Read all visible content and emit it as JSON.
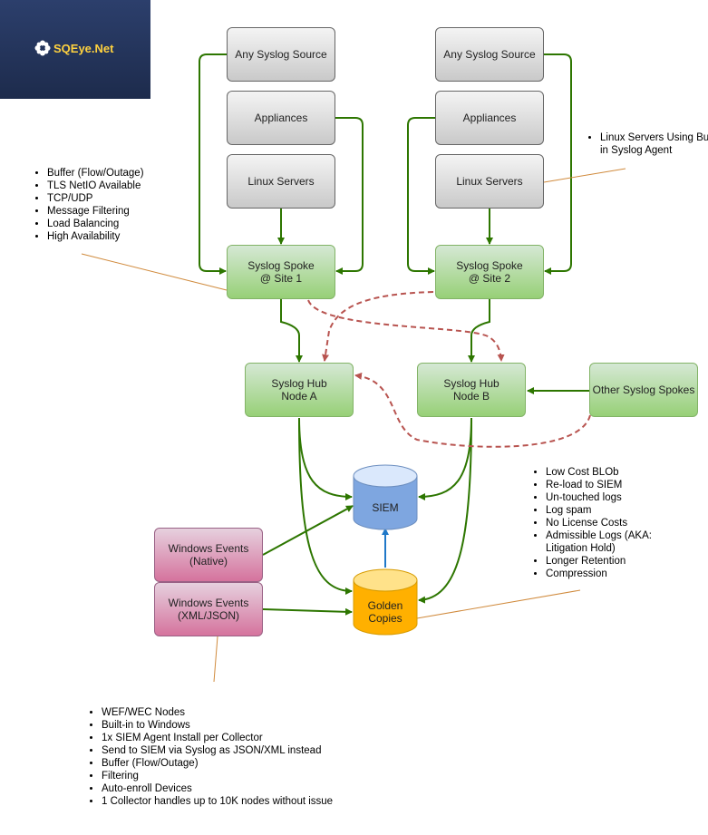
{
  "logo": {
    "text": "SQEye.Net",
    "icon": "gear-flower-icon",
    "bg_color": "#24355c",
    "text_color": "#ffd23f"
  },
  "nodes": {
    "src1_any": "Any Syslog Source",
    "src1_app": "Appliances",
    "src1_linux": "Linux Servers",
    "src2_any": "Any Syslog Source",
    "src2_app": "Appliances",
    "src2_linux": "Linux Servers",
    "spoke1": [
      "Syslog Spoke",
      "@ Site 1"
    ],
    "spoke2": [
      "Syslog Spoke",
      "@ Site 2"
    ],
    "hubA": [
      "Syslog Hub",
      "Node A"
    ],
    "hubB": [
      "Syslog Hub",
      "Node B"
    ],
    "other": "Other Syslog Spokes",
    "siem": "SIEM",
    "golden": [
      "Golden",
      "Copies"
    ],
    "win_native": [
      "Windows Events",
      "(Native)"
    ],
    "win_xml": [
      "Windows Events",
      "(XML/JSON)"
    ]
  },
  "notes": {
    "spoke_features": [
      "Buffer (Flow/Outage)",
      "TLS NetIO Available",
      "TCP/UDP",
      "Message Filtering",
      "Load Balancing",
      "High Availability"
    ],
    "linux_agent": [
      "Linux Servers Using Built-in Syslog Agent"
    ],
    "golden_features": [
      "Low Cost BLOb",
      "Re-load to SIEM",
      "Un-touched logs",
      "Log spam",
      "No License Costs",
      "Admissible Logs (AKA: Litigation Hold)",
      "Longer Retention",
      "Compression"
    ],
    "wef_features": [
      "WEF/WEC Nodes",
      "Built-in to Windows",
      "1x SIEM Agent Install per Collector",
      "Send to SIEM via Syslog as JSON/XML instead",
      "Buffer (Flow/Outage)",
      "Filtering",
      "Auto-enroll Devices",
      "1 Collector handles up to 10K nodes without issue"
    ]
  },
  "colors": {
    "flow_arrow": "#2d7600",
    "redundant_arrow": "#b85450",
    "siem_link": "#1f78c8",
    "callout_line": "#d08a3c",
    "siem_fill": "#7ea6e0",
    "golden_fill": "#ffb000"
  }
}
